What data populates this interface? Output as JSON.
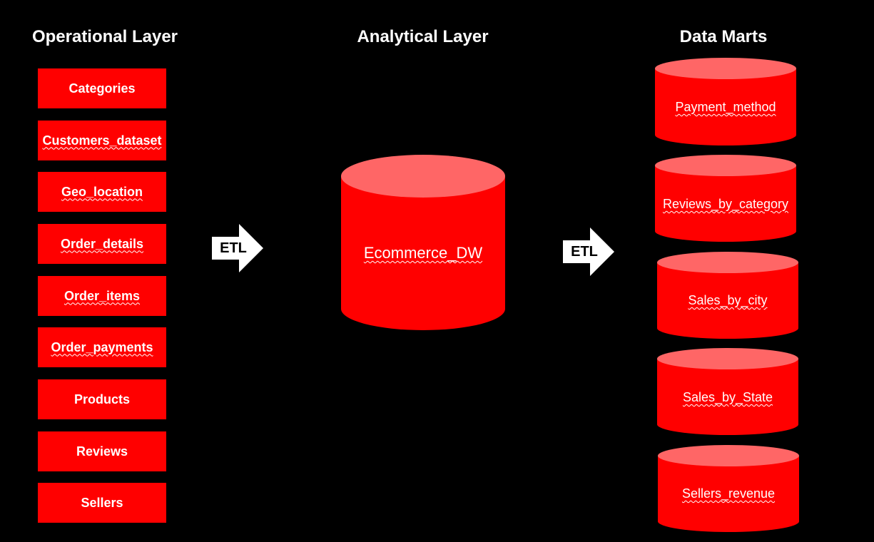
{
  "headings": {
    "operational": "Operational Layer",
    "analytical": "Analytical Layer",
    "data_marts": "Data Marts"
  },
  "operational_tables": [
    "Categories",
    "Customers_dataset",
    "Geo_location",
    "Order_details",
    "Order_items",
    "Order_payments",
    "Products",
    "Reviews",
    "Sellers"
  ],
  "etl_label": "ETL",
  "warehouse": "Ecommerce_DW",
  "data_marts": [
    "Payment_method",
    "Reviews_by_category",
    "Sales_by_city",
    "Sales_by_State",
    "Sellers_revenue"
  ],
  "colors": {
    "background": "#000000",
    "box_fill": "#ff0000",
    "cylinder_top": "#ff6666",
    "text": "#ffffff",
    "arrow_fill": "#ffffff"
  }
}
